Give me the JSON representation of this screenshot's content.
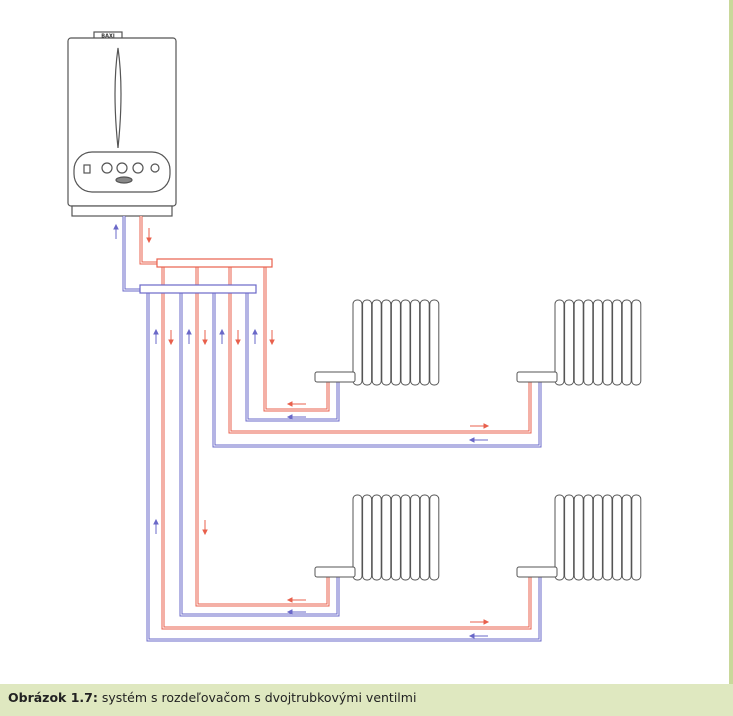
{
  "caption": {
    "label": "Obrázok 1.7:",
    "text": " systém s rozdeľovačom s dvojtrubkovými ventilmi"
  },
  "boiler": {
    "brand": "BAXI"
  },
  "colors": {
    "supply": "#e8604c",
    "return": "#6a68c8",
    "outline": "#555555",
    "caption_bg": "#dfe8c0"
  }
}
